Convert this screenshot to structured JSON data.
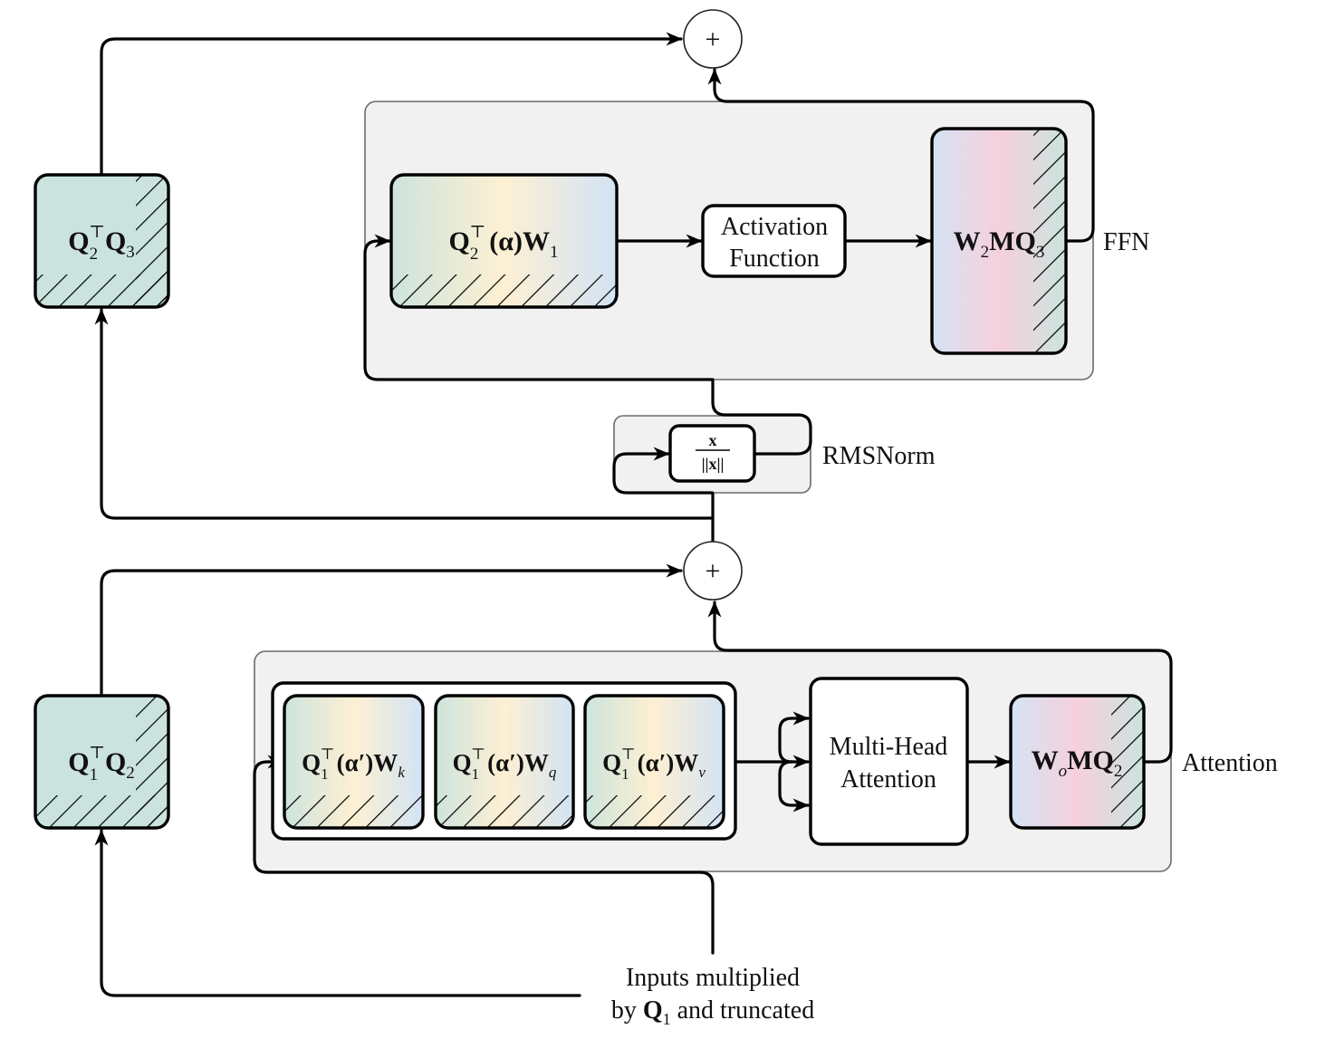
{
  "diagram": {
    "blocks": {
      "q2t_q3": {
        "base": "Q",
        "sub1": "2",
        "sup1": "⊤",
        "base2": "Q",
        "sub2": "3"
      },
      "q1t_q2": {
        "base": "Q",
        "sub1": "1",
        "sup1": "⊤",
        "base2": "Q",
        "sub2": "2"
      },
      "ffn_w1": {
        "main": "Q",
        "sub": "2",
        "sup": "⊤",
        "rest": "(α)W",
        "rest_sub": "1"
      },
      "ffn_w2": {
        "main": "W",
        "sub": "2",
        "rest": "MQ",
        "rest_sub": "3"
      },
      "attn_wk": {
        "main": "Q",
        "sub": "1",
        "sup": "⊤",
        "rest": "(α′)W",
        "rest_sub": "k"
      },
      "attn_wq": {
        "main": "Q",
        "sub": "1",
        "sup": "⊤",
        "rest": "(α′)W",
        "rest_sub": "q"
      },
      "attn_wv": {
        "main": "Q",
        "sub": "1",
        "sup": "⊤",
        "rest": "(α′)W",
        "rest_sub": "v"
      },
      "attn_wo": {
        "main": "W",
        "sub": "o",
        "rest": "MQ",
        "rest_sub": "2"
      }
    },
    "activation": {
      "line1": "Activation",
      "line2": "Function"
    },
    "mha": {
      "line1": "Multi-Head",
      "line2": "Attention"
    },
    "rmsnorm": {
      "numerator": "x",
      "denominator": "||x||",
      "label": "RMSNorm"
    },
    "labels": {
      "ffn": "FFN",
      "attention": "Attention"
    },
    "adders": {
      "symbol": "+"
    },
    "input": {
      "line1": "Inputs multiplied",
      "line2_pre": "by ",
      "line2_math": "Q",
      "line2_sub": "1",
      "line2_post": " and truncated"
    },
    "colors": {
      "teal": "#cbe3de",
      "gradient_ffn_in": [
        "#cfe5dd",
        "#fdf0d2",
        "#d3e4f4"
      ],
      "gradient_out": [
        "#d4e3f4",
        "#f6d0dc",
        "#cbe3de"
      ],
      "panel": "#f1f1f1"
    }
  }
}
